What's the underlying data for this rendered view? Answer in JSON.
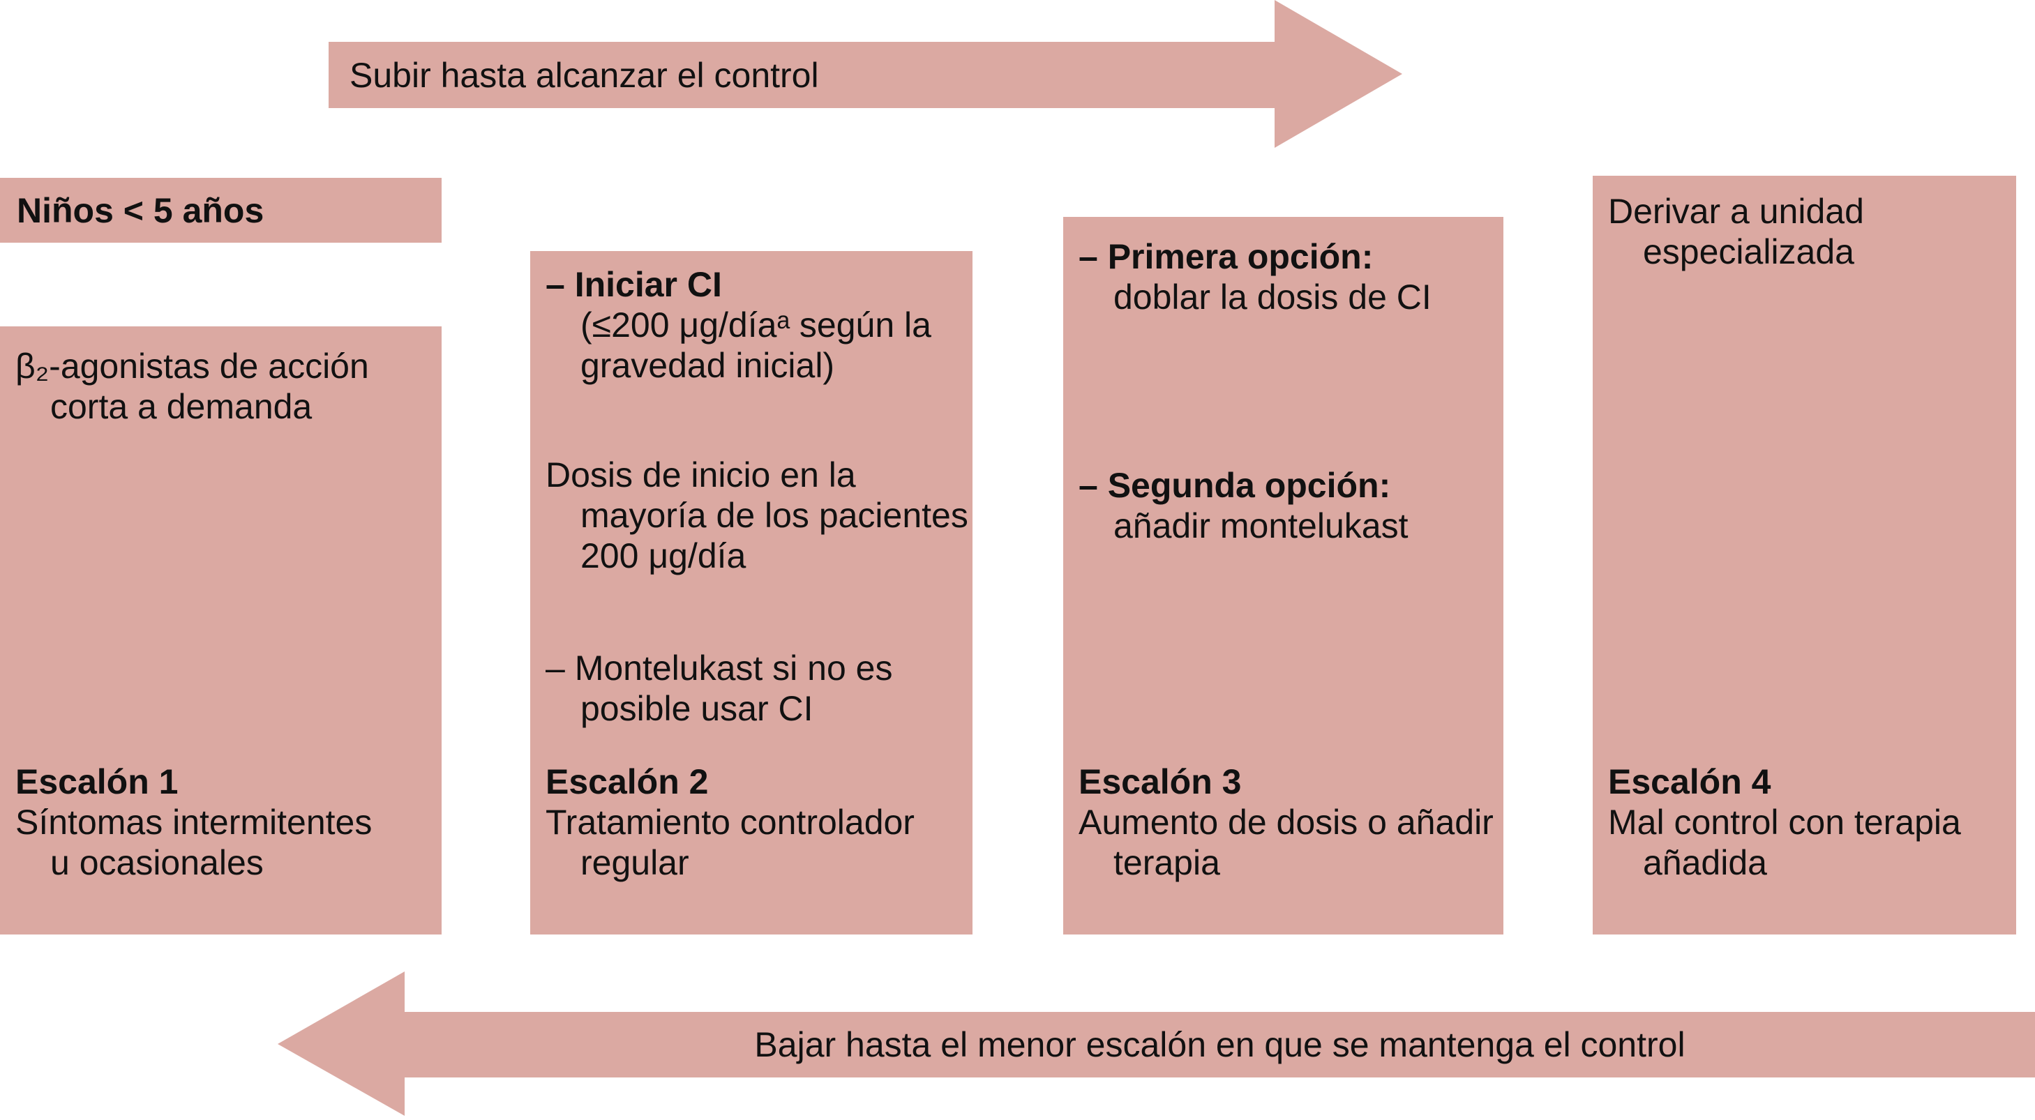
{
  "colors": {
    "pink": "#dba9a2",
    "text": "#111111",
    "background": "#ffffff"
  },
  "top_arrow": {
    "label": "Subir hasta alcanzar el control"
  },
  "bottom_arrow": {
    "label": "Bajar hasta el menor escalón en que se mantenga el control"
  },
  "header": {
    "label": "Niños < 5 años"
  },
  "columns": [
    {
      "id": "escalon-1",
      "blocks": [
        {
          "lines": [
            {
              "t": "β₂-agonistas de acción",
              "b": false,
              "i": 0
            },
            {
              "t": "corta a demanda",
              "b": false,
              "i": 1
            }
          ]
        },
        {
          "lines": [
            {
              "t": "Escalón 1",
              "b": true,
              "i": 0
            },
            {
              "t": "Síntomas intermitentes",
              "b": false,
              "i": 0
            },
            {
              "t": "u ocasionales",
              "b": false,
              "i": 1
            }
          ]
        }
      ]
    },
    {
      "id": "escalon-2",
      "blocks": [
        {
          "lines": [
            {
              "t": "– Iniciar CI",
              "b": true,
              "i": 0
            },
            {
              "t": "(≤200 μg/díaᵃ según la",
              "b": false,
              "i": 1
            },
            {
              "t": "gravedad inicial)",
              "b": false,
              "i": 1
            }
          ]
        },
        {
          "lines": [
            {
              "t": "Dosis de inicio en la",
              "b": false,
              "i": 0
            },
            {
              "t": "mayoría de los pacientes",
              "b": false,
              "i": 1
            },
            {
              "t": "200 μg/día",
              "b": false,
              "i": 1
            }
          ]
        },
        {
          "lines": [
            {
              "t": "– Montelukast si no es",
              "b": false,
              "i": 0
            },
            {
              "t": "posible usar CI",
              "b": false,
              "i": 1
            }
          ]
        },
        {
          "lines": [
            {
              "t": "Escalón 2",
              "b": true,
              "i": 0
            },
            {
              "t": "Tratamiento controlador",
              "b": false,
              "i": 0
            },
            {
              "t": "regular",
              "b": false,
              "i": 1
            }
          ]
        }
      ]
    },
    {
      "id": "escalon-3",
      "blocks": [
        {
          "lines": [
            {
              "t": "– Primera opción:",
              "b": true,
              "i": 0
            },
            {
              "t": "doblar la dosis de CI",
              "b": false,
              "i": 1
            }
          ]
        },
        {
          "lines": [
            {
              "t": "– Segunda opción:",
              "b": true,
              "i": 0
            },
            {
              "t": "añadir montelukast",
              "b": false,
              "i": 1
            }
          ]
        },
        {
          "lines": [
            {
              "t": "Escalón 3",
              "b": true,
              "i": 0
            },
            {
              "t": "Aumento de dosis o añadir",
              "b": false,
              "i": 0
            },
            {
              "t": "terapia",
              "b": false,
              "i": 1
            }
          ]
        }
      ]
    },
    {
      "id": "escalon-4",
      "blocks": [
        {
          "lines": [
            {
              "t": "Derivar a unidad",
              "b": false,
              "i": 0
            },
            {
              "t": "especializada",
              "b": false,
              "i": 1
            }
          ]
        },
        {
          "lines": [
            {
              "t": "Escalón 4",
              "b": true,
              "i": 0
            },
            {
              "t": "Mal control con terapia",
              "b": false,
              "i": 0
            },
            {
              "t": "añadida",
              "b": false,
              "i": 1
            }
          ]
        }
      ]
    }
  ]
}
